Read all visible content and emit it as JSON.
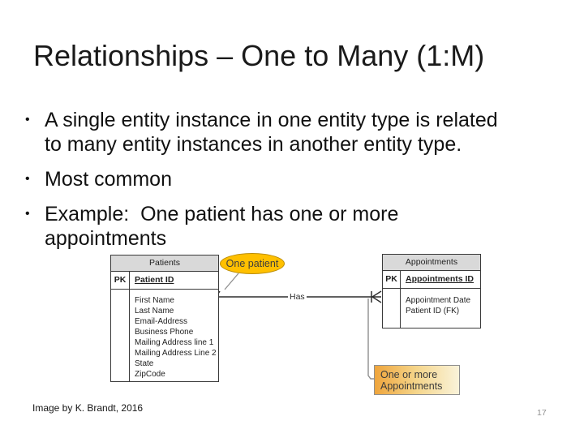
{
  "slide": {
    "title": "Relationships – One to Many (1:M)",
    "bullet_char": "•",
    "bullets": [
      "A single entity instance in one entity type is related\nto many entity instances in another entity type.",
      "Most common",
      "Example:  One patient has one or more\nappointments"
    ],
    "footer_credit": "Image by K. Brandt, 2016",
    "page_number": "17"
  },
  "diagram": {
    "patients": {
      "title": "Patients",
      "pk_label": "PK",
      "pk_field": "Patient ID",
      "fields": [
        "First Name",
        "Last Name",
        "Email-Address",
        "Business Phone",
        "Mailing Address line 1",
        "Mailing Address Line 2",
        "State",
        "ZipCode"
      ]
    },
    "appointments": {
      "title": "Appointments",
      "pk_label": "PK",
      "pk_field": "Appointments ID",
      "fields": [
        "Appointment Date",
        "Patient ID (FK)"
      ]
    },
    "relationship": {
      "label": "Has",
      "cardinality": "one-to-many"
    },
    "callouts": {
      "one_patient": "One patient",
      "one_or_more_line1": "One or more",
      "one_or_more_line2": "Appointments"
    },
    "colors": {
      "callout_gold": "#FFC000",
      "callout_gold_border": "#BA8B00",
      "box_gradient_start": "#EFA53C",
      "box_gradient_end": "#FAF3DA",
      "table_header_bg": "#D9D9D9"
    }
  }
}
